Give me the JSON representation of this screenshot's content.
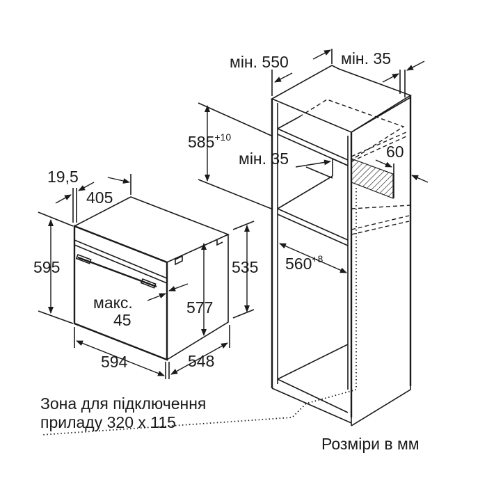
{
  "cabinet": {
    "depth_label": "мін. 550",
    "rear_gap_label": "мін. 35",
    "niche_height_main": "585",
    "niche_height_sup": "+10",
    "shelf_gap_label": "мін. 35",
    "vent_label": "60",
    "niche_width_main": "560",
    "niche_width_sup": "+8"
  },
  "oven": {
    "panel_thickness": "19,5",
    "top_depth": "405",
    "height": "595",
    "side_height": "535",
    "max_label": "макс.",
    "max_value": "45",
    "inner_height": "577",
    "width": "594",
    "depth": "548"
  },
  "notes": {
    "connection_line1": "Зона для підключення",
    "connection_line2": "приладу 320 x 115",
    "units": "Розміри в мм"
  }
}
